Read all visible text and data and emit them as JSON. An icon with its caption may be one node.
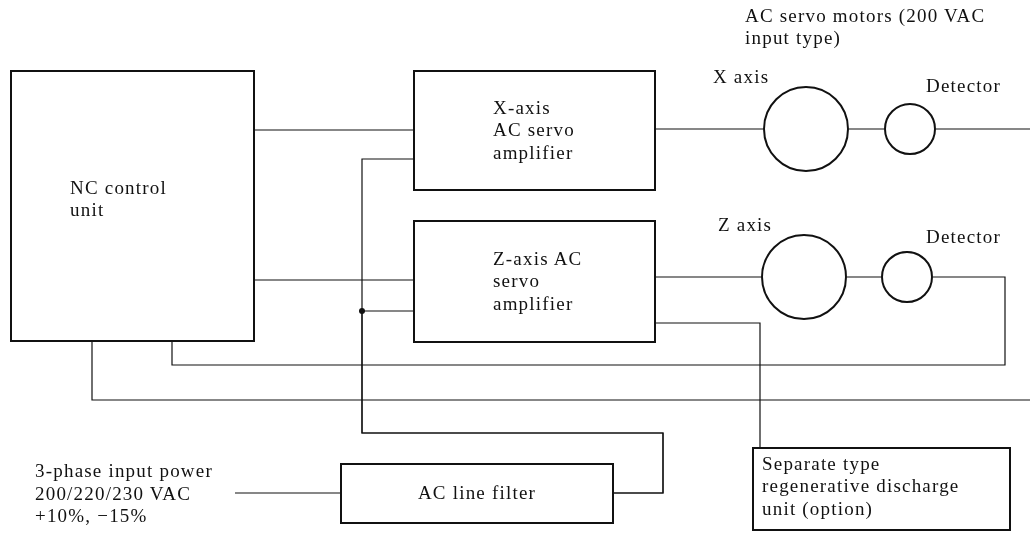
{
  "diagram": {
    "nodes": [
      {
        "text": [
          "NC control unit"
        ]
      },
      {
        "text": [
          "X-axis AC servo amplifier"
        ]
      },
      {
        "text": [
          "Z-axis AC servo amplifier"
        ]
      },
      {
        "text": [],
        "shape": "circle",
        "beside": [
          "X axis"
        ]
      },
      {
        "text": [],
        "shape": "circle",
        "beside": [
          "Detector"
        ]
      },
      {
        "text": [],
        "shape": "circle",
        "beside": [
          "Z axis"
        ]
      },
      {
        "text": [],
        "shape": "circle",
        "beside": [
          "Detector"
        ]
      },
      {
        "text": [
          "AC line filter"
        ]
      },
      {
        "text": [
          "Separate type regenerative discharge unit (option)"
        ]
      },
      {
        "text": [
          "3-phase input power 200/220/230 VAC +10%, −15%"
        ]
      }
    ],
    "edges": [
      {
        "from": 0,
        "to": 1,
        "arrow": "none"
      },
      {
        "from": 0,
        "to": 2,
        "arrow": "none"
      },
      {
        "from": 1,
        "to": 3,
        "arrow": "none"
      },
      {
        "from": 3,
        "to": 4,
        "arrow": "none"
      },
      {
        "from": 4,
        "to": null,
        "arrow": "none"
      },
      {
        "from": 2,
        "to": 5,
        "arrow": "none"
      },
      {
        "from": 5,
        "to": 6,
        "arrow": "none"
      },
      {
        "from": 6,
        "to": 0,
        "arrow": "none"
      },
      {
        "from": 0,
        "to": null,
        "arrow": "none"
      },
      {
        "from": 7,
        "to": 1,
        "arrow": "none"
      },
      {
        "from": 7,
        "to": 2,
        "arrow": "none"
      },
      {
        "from": 2,
        "to": 8,
        "arrow": "none"
      },
      {
        "from": 9,
        "to": 7,
        "arrow": "none"
      }
    ],
    "labels": [
      "AC servo motors (200 VAC input type)"
    ]
  }
}
